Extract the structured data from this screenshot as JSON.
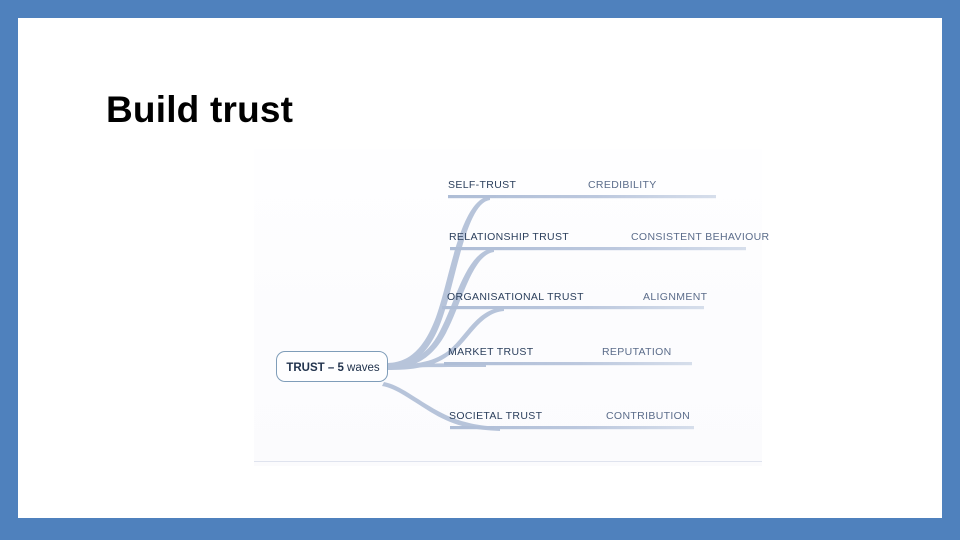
{
  "slide": {
    "title": "Build trust",
    "border_color": "#4F81BD",
    "canvas_color": "#FFFFFF"
  },
  "diagram": {
    "type": "mindmap",
    "central_node": {
      "text_bold": "TRUST – 5",
      "text_regular": "waves",
      "full_text": "TRUST – 5 waves"
    },
    "branch_color": "#B7C4DA",
    "label_color": "#2B3F5C",
    "branches": [
      {
        "label": "SELF-TRUST",
        "attribute": "CREDIBILITY"
      },
      {
        "label": "RELATIONSHIP TRUST",
        "attribute": "CONSISTENT BEHAVIOUR"
      },
      {
        "label": "ORGANISATIONAL TRUST",
        "attribute": "ALIGNMENT"
      },
      {
        "label": "MARKET TRUST",
        "attribute": "REPUTATION"
      },
      {
        "label": "SOCIETAL TRUST",
        "attribute": "CONTRIBUTION"
      }
    ]
  }
}
